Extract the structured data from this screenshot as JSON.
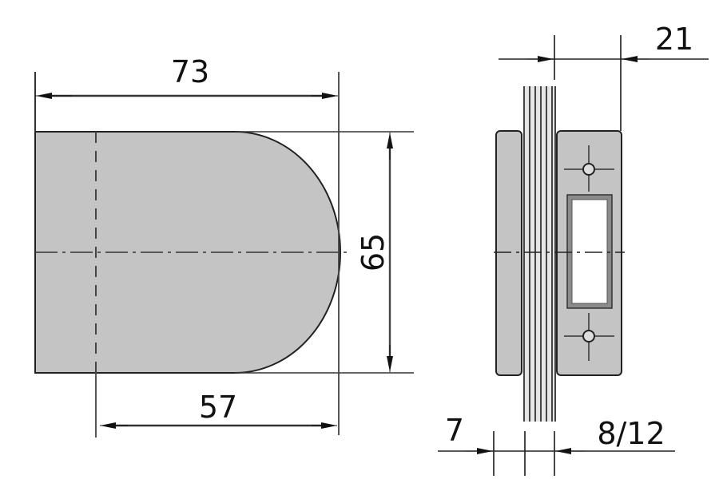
{
  "drawing": {
    "colors": {
      "fill": "#c4c4c4",
      "line": "#222222",
      "background": "#ffffff"
    },
    "front_view": {
      "dimensions": {
        "overall_width": "73",
        "height": "65",
        "inner_width": "57"
      }
    },
    "side_view": {
      "dimensions": {
        "body_depth": "21",
        "glass_offset": "7",
        "glass_thickness": "8/12"
      }
    }
  }
}
